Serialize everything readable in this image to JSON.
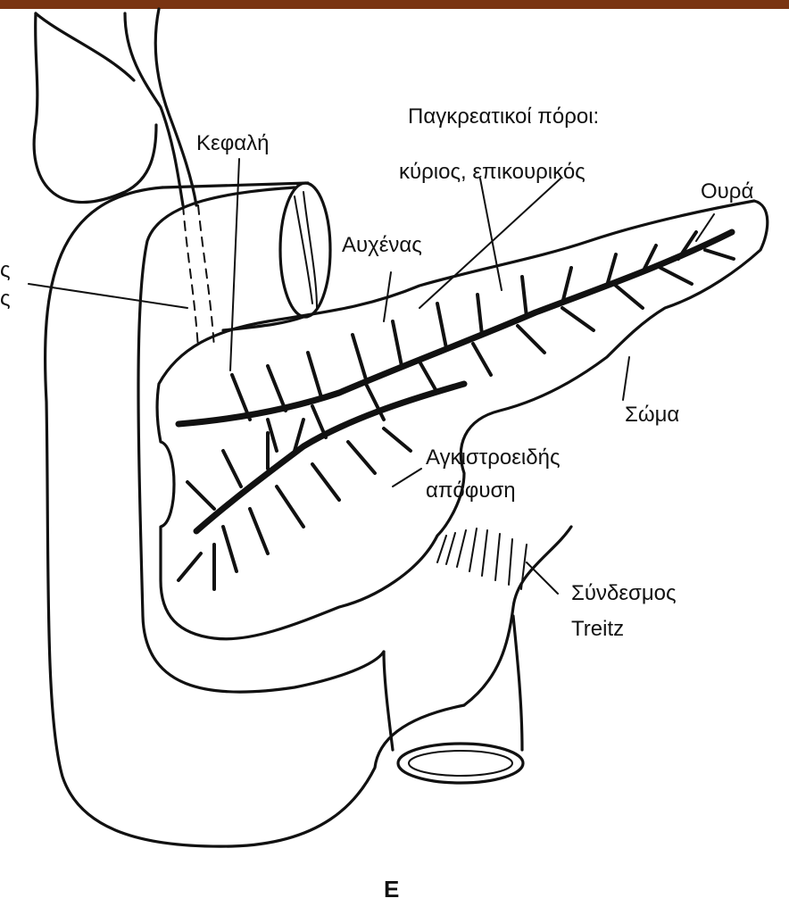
{
  "colors": {
    "top_bar": "#7a3412",
    "ink": "#111111",
    "background": "#ffffff"
  },
  "labels": {
    "head": "Κεφαλή",
    "ducts_line1": "Παγκρεατικοί πόροι:",
    "ducts_line2": "κύριος, επικουρικός",
    "tail": "Ουρά",
    "neck": "Αυχένας",
    "body": "Σώμα",
    "uncinate_line1": "Αγκιστροειδής",
    "uncinate_line2": "απόφυση",
    "ligament_line1": "Σύνδεσμος",
    "ligament_line2": "Treitz",
    "cut_left_1": "ς",
    "cut_left_2": "ς",
    "panel_letter": "E"
  }
}
